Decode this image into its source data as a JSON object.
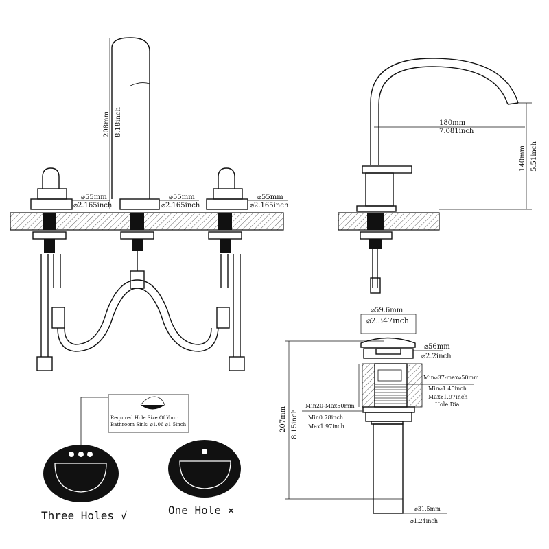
{
  "left_faucet": {
    "height_mm": "208mm",
    "height_inch": "8.18inch",
    "left_handle_dia_mm": "⌀55mm",
    "left_handle_dia_inch": "⌀2.165inch",
    "spout_dia_mm": "⌀55mm",
    "spout_dia_inch": "⌀2.165inch",
    "right_handle_dia_mm": "⌀55mm",
    "right_handle_dia_inch": "⌀2.165inch"
  },
  "side_view": {
    "reach_mm": "180mm",
    "reach_inch": "7.081inch",
    "spout_height_mm": "140mm",
    "spout_height_inch": "5.51inch"
  },
  "drain": {
    "cap_dia_mm": "⌀59.6mm",
    "cap_dia_inch": "⌀2.347inch",
    "flange_dia_mm": "⌀56mm",
    "flange_dia_inch": "⌀2.2inch",
    "hole_range_mm": "Min⌀37-max⌀50mm",
    "hole_min_inch": "Min⌀1.45inch",
    "hole_max_inch": "Max⌀1.97inch",
    "hole_label": "Hole Dia",
    "thickness_mm": "Min20-Max50mm",
    "thickness_min_inch": "Min0.78inch",
    "thickness_max_inch": "Max1.97inch",
    "height_mm": "207mm",
    "height_inch": "8.15inch",
    "tail_dia_mm": "⌀31.5mm",
    "tail_dia_inch": "⌀1.24inch"
  },
  "sinks": {
    "note_line1": "Required Hole Size Of Your",
    "note_line2": "Bathroom Sink: ⌀1.06 ⌀1.5inch",
    "three_holes_label": "Three Holes √",
    "one_hole_label": "One Hole ×"
  }
}
